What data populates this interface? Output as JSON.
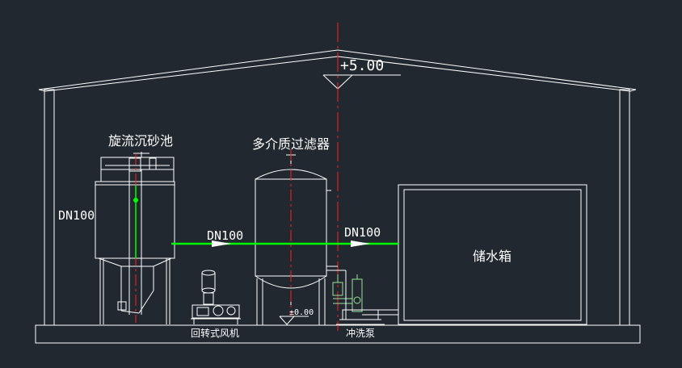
{
  "labels": {
    "grit_chamber": "旋流沉砂池",
    "multimedia_filter": "多介质过滤器",
    "water_tank": "储水箱",
    "blower": "回转式风机",
    "flush_pump": "冲洗泵",
    "dn_vertical": "DN100",
    "dn_pipe_1": "DN100",
    "dn_pipe_2": "DN100",
    "roof_elevation": "+5.00",
    "floor_elevation": "±0.00"
  },
  "colors": {
    "background": "#212830",
    "lines": "#ffffff",
    "pipe": "#00ff00",
    "centerline": "#ff2020",
    "equipment_accent": "#9be39b"
  }
}
